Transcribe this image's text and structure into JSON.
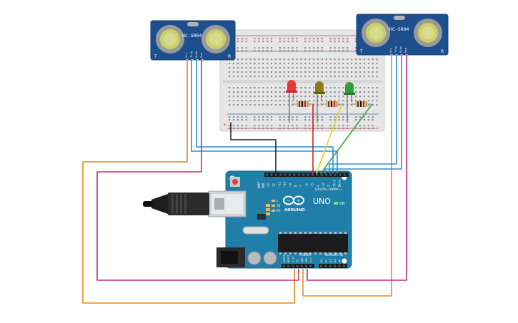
{
  "sensors": [
    {
      "model": "HC-SR04",
      "pin_labels": [
        "Vcc",
        "Trig",
        "Echo",
        "Gnd"
      ],
      "side_left": "T",
      "side_right": "R"
    },
    {
      "model": "HC-SR04",
      "pin_labels": [
        "Vcc",
        "Trig",
        "Echo",
        "Gnd"
      ],
      "side_left": "T",
      "side_right": "R"
    }
  ],
  "arduino": {
    "logo_text": "ARDUINO",
    "model_text": "UNO",
    "on_label": "ON",
    "digital_label": "DIGITAL (PWM~)",
    "power_label": "POWER",
    "analog_label": "ANALOG IN",
    "aref": "AREF",
    "gnd": "GND",
    "digital_pins": [
      "13",
      "12",
      "~11",
      "~10",
      "~9",
      "8",
      "7",
      "~6",
      "~5",
      "4",
      "~3",
      "2",
      "TX→1",
      "RX←0"
    ],
    "power_pins": [
      "IOREF",
      "RESET",
      "3.3V",
      "5V",
      "GND",
      "GND",
      "Vin"
    ],
    "analog_pins": [
      "A0",
      "A1",
      "A2",
      "A3",
      "A4",
      "A5"
    ],
    "led_labels": [
      "L",
      "TX",
      "RX"
    ]
  },
  "leds": [
    {
      "color": "red",
      "hex": "#e53935"
    },
    {
      "color": "yellow",
      "hex": "#8d7b1a"
    },
    {
      "color": "green",
      "hex": "#2e9e3a"
    }
  ],
  "wire_colors": {
    "orange": "#e8891c",
    "magenta": "#c8287a",
    "blue": "#2a8fd6",
    "black": "#222222",
    "red": "#d32020",
    "yellow": "#e6d21e",
    "green": "#3aa83a"
  }
}
